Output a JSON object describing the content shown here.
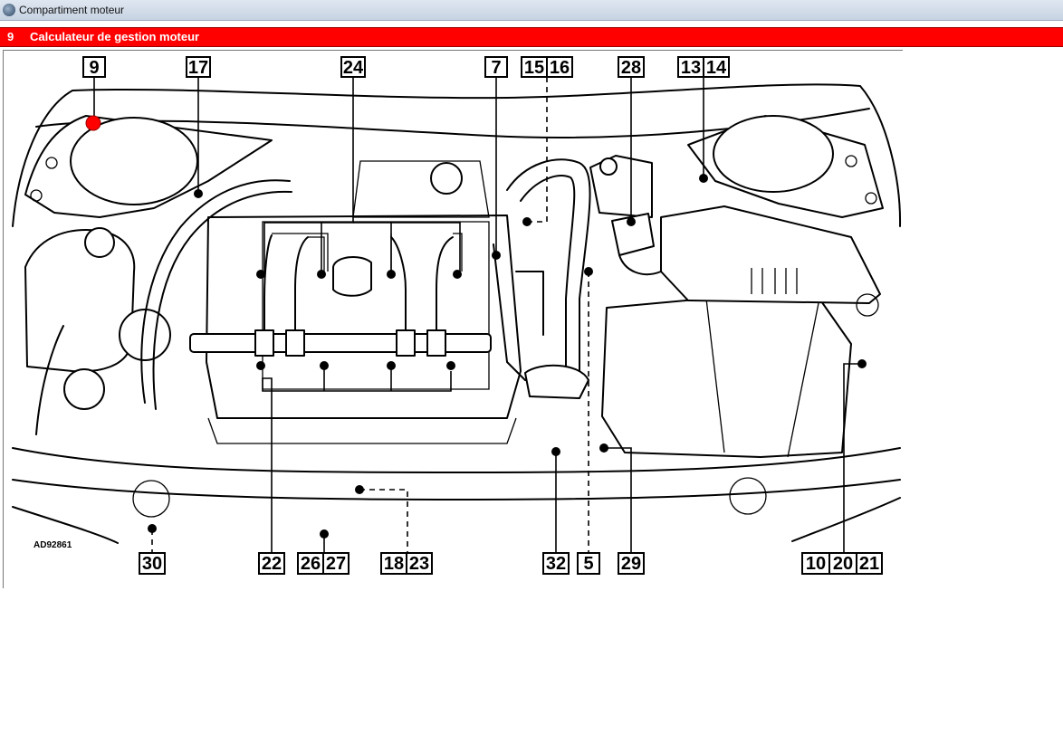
{
  "window": {
    "title": "Compartiment moteur"
  },
  "header": {
    "number": "9",
    "title": "Calculateur de gestion moteur",
    "color": "#ff0000"
  },
  "diagram": {
    "reference": "AD92861",
    "highlight_color": "#ff0000",
    "labels": {
      "l9": "9",
      "l17": "17",
      "l24": "24",
      "l7": "7",
      "l15": "15",
      "l16": "16",
      "l28": "28",
      "l13": "13",
      "l14": "14",
      "l30": "30",
      "l22": "22",
      "l26": "26",
      "l27": "27",
      "l18": "18",
      "l23": "23",
      "l32": "32",
      "l5": "5",
      "l29": "29",
      "l10": "10",
      "l20": "20",
      "l21": "21"
    }
  }
}
